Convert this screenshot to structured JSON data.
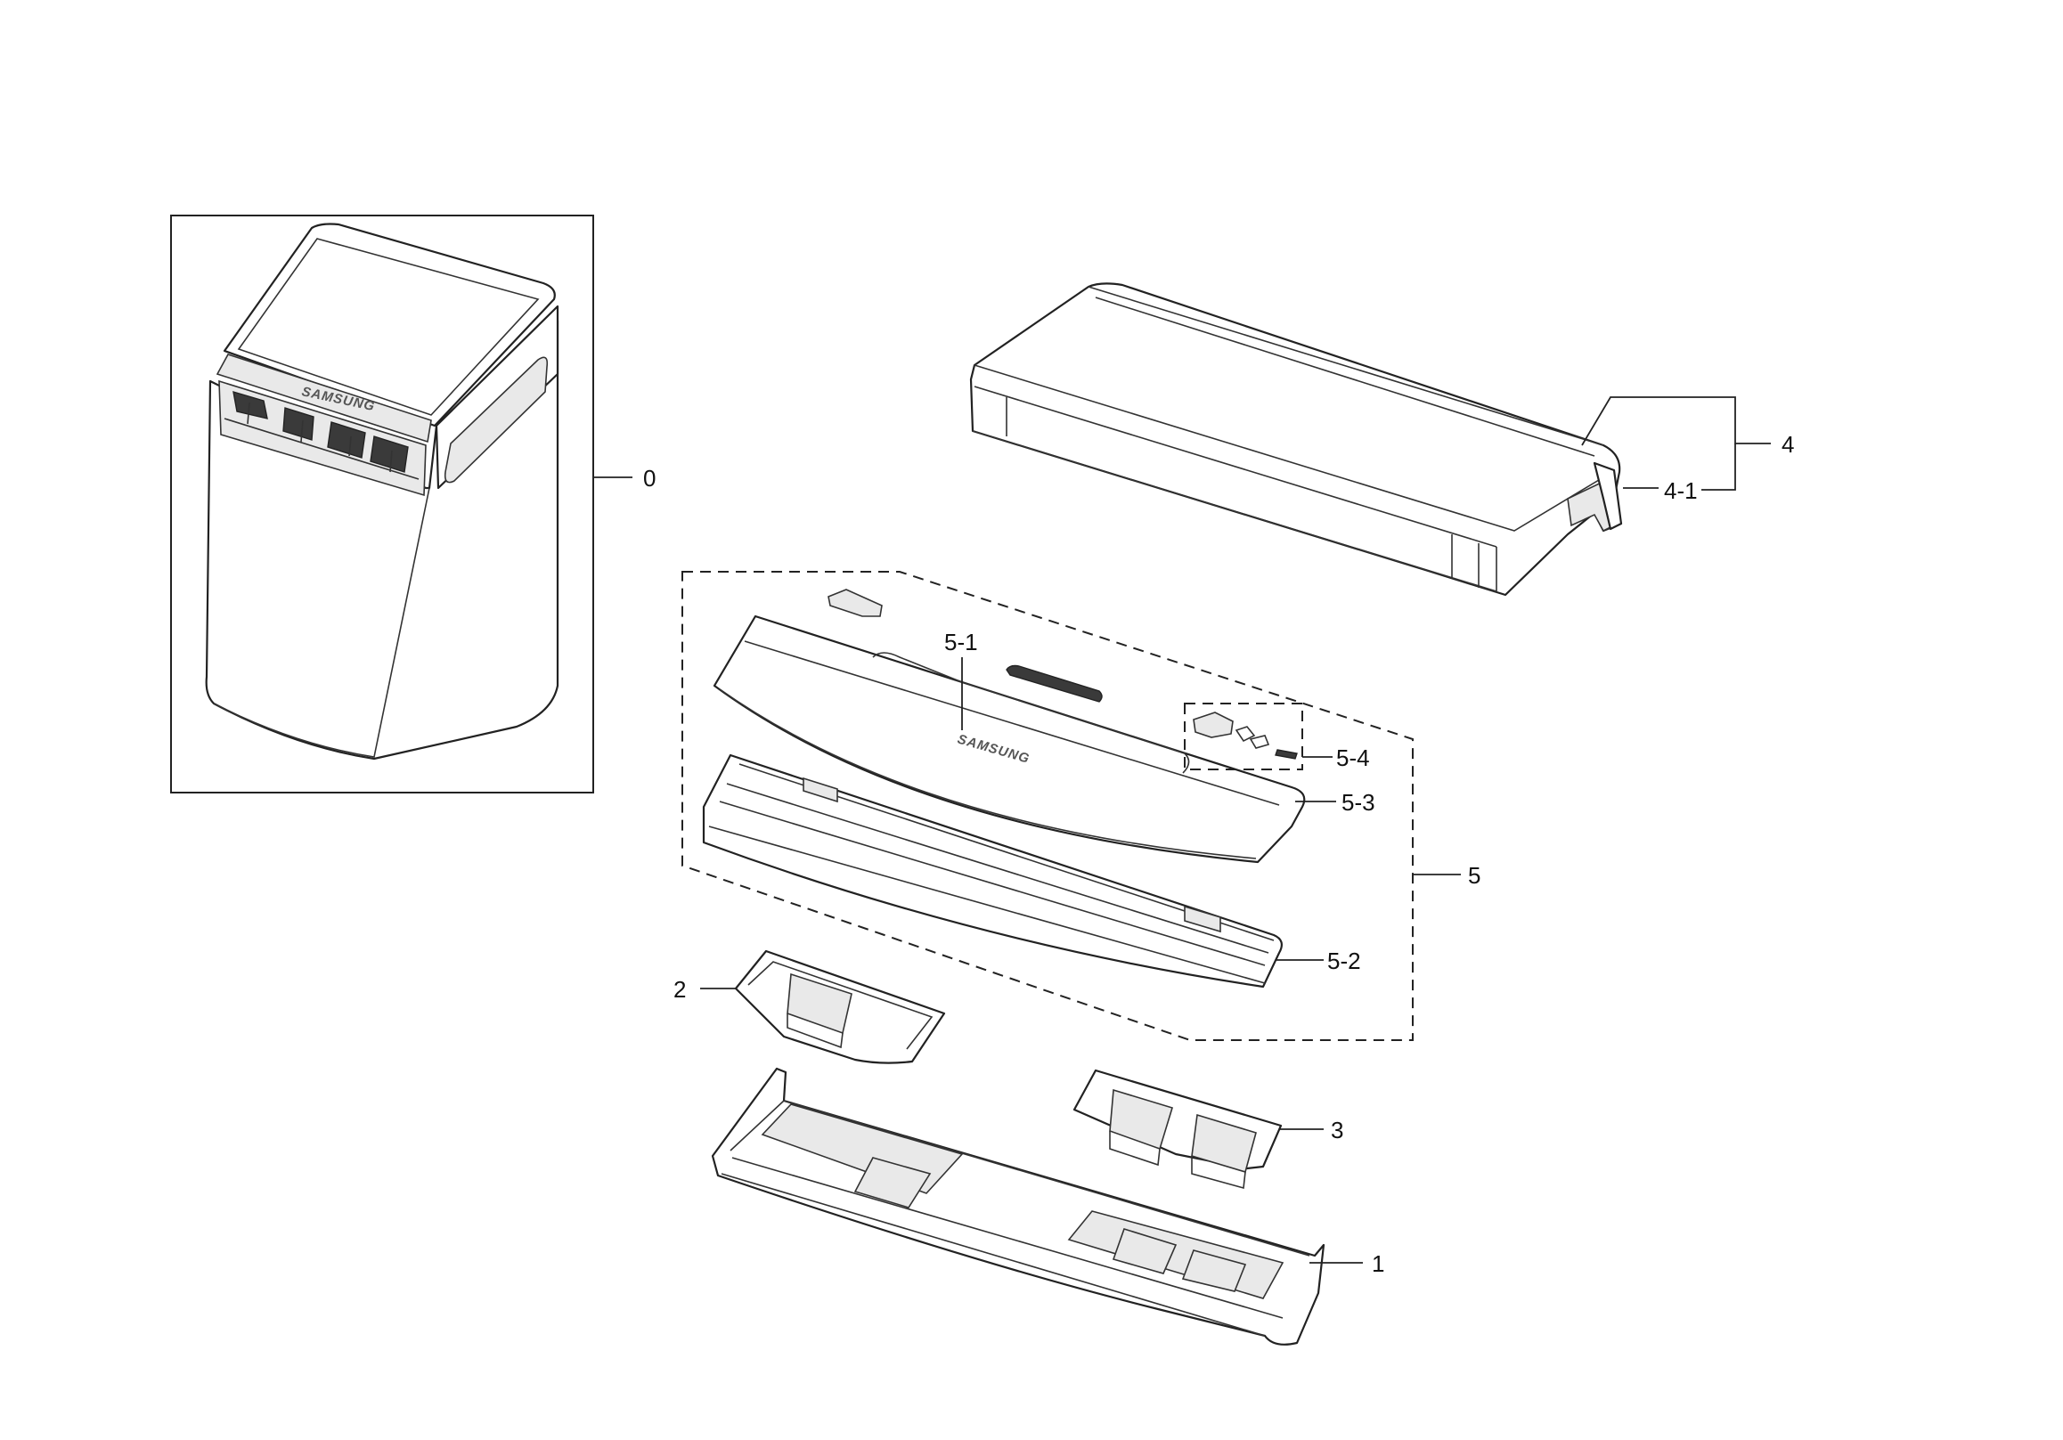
{
  "callouts": {
    "c0": "0",
    "c1": "1",
    "c2": "2",
    "c3": "3",
    "c4": "4",
    "c4_1": "4-1",
    "c5": "5",
    "c5_1": "5-1",
    "c5_2": "5-2",
    "c5_3": "5-3",
    "c5_4": "5-4"
  },
  "logo": {
    "panel": "SAMSUNG",
    "washer": "SAMSUNG"
  },
  "colors": {
    "line": "#222222",
    "background": "#ffffff"
  }
}
